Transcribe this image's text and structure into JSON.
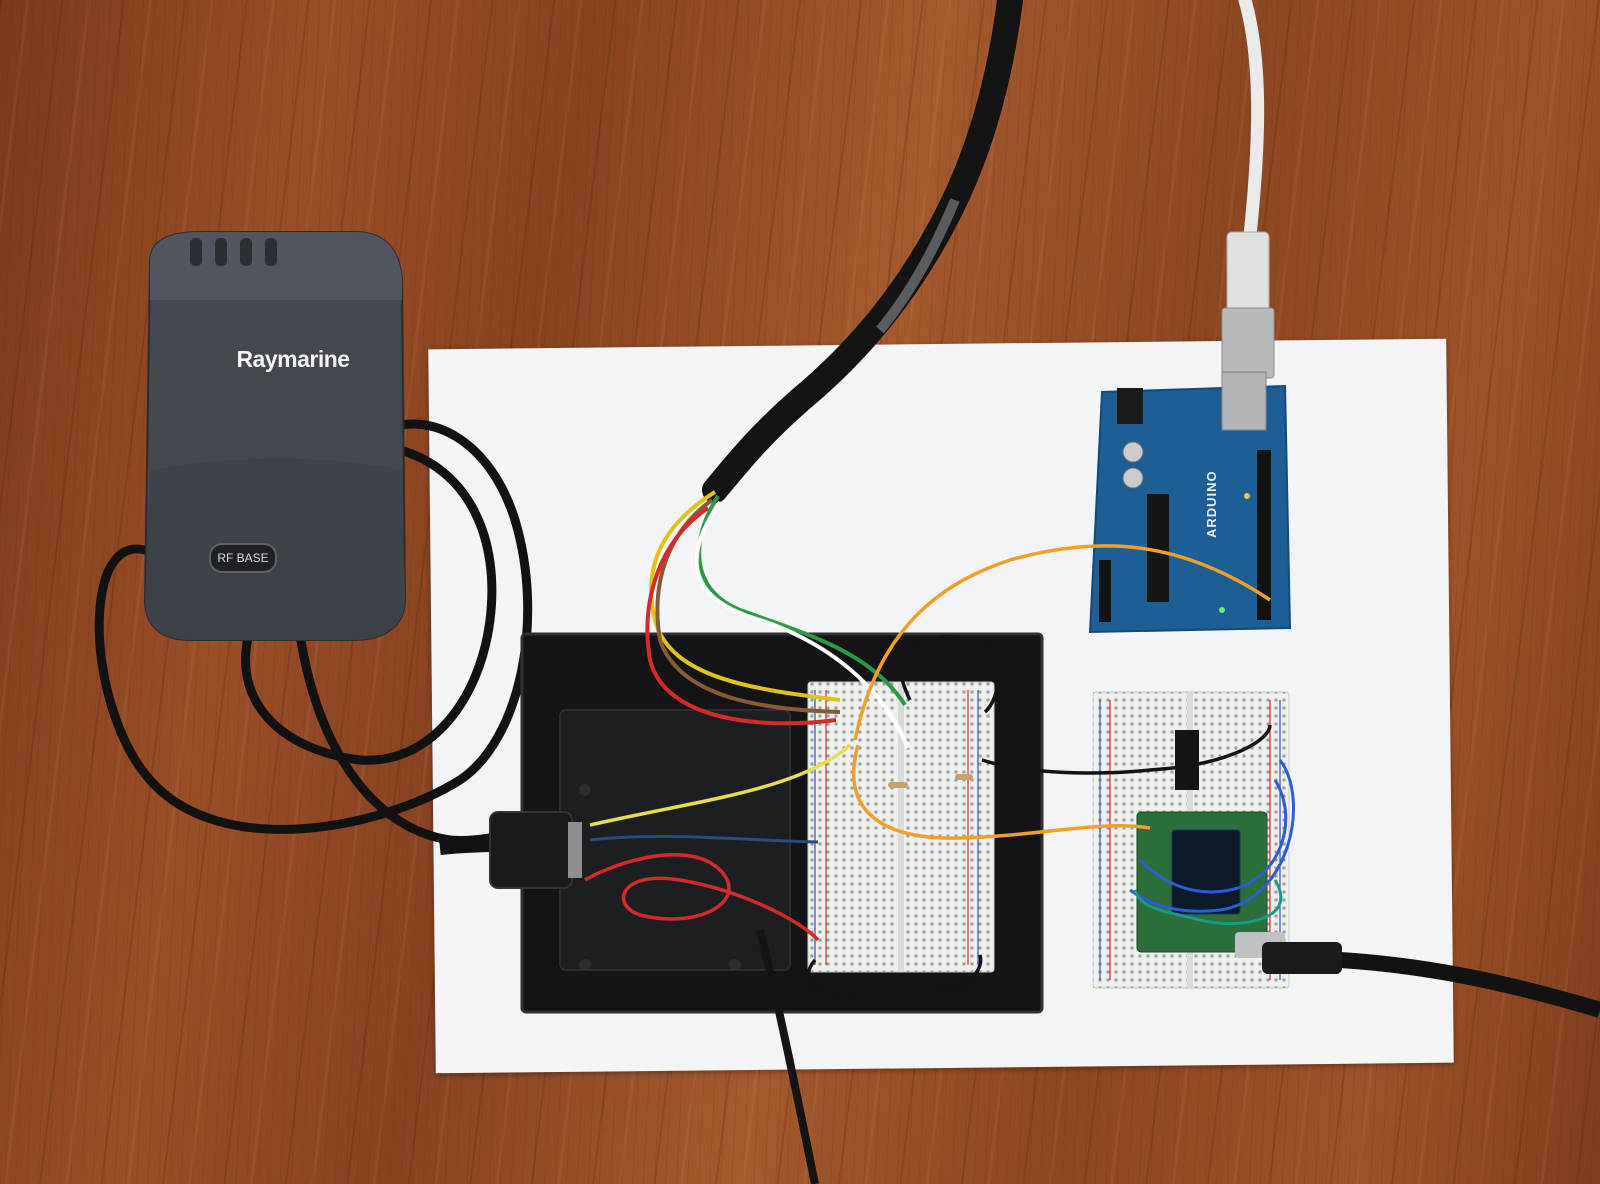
{
  "scene": {
    "colors": {
      "wood": "#9a4f27",
      "paper": "#f3f4f6",
      "device_body": "#43474e",
      "arduino_pcb": "#1d5e94",
      "breadboard": "#eef0ee",
      "cable_black": "#141414",
      "cable_white": "#e9eaea",
      "wire_red": "#d52a2a",
      "wire_yellow": "#e0c21a",
      "wire_orange": "#f0a028",
      "wire_green": "#2a9a45",
      "wire_brown": "#8a5a35",
      "wire_blue": "#2a5fd0"
    },
    "rf_base": {
      "brand_label": "Raymarine",
      "badge_label": "RF BASE"
    },
    "arduino": {
      "board_label": "ARDUINO"
    }
  }
}
